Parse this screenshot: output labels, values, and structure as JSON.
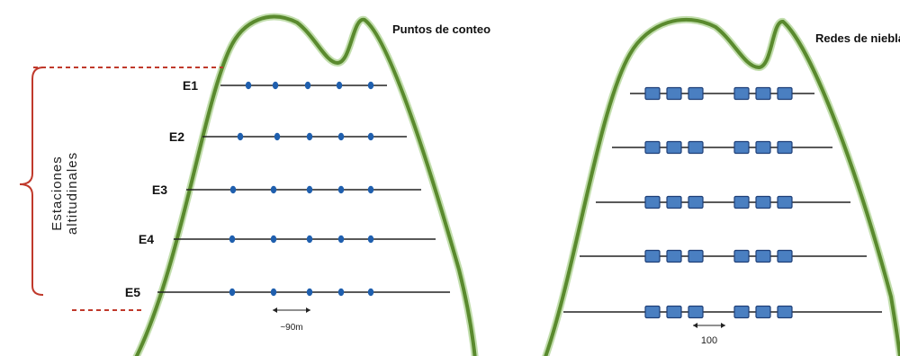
{
  "left_panel": {
    "title": "Puntos de conteo",
    "stations": [
      {
        "label": "E1"
      },
      {
        "label": "E2"
      },
      {
        "label": "E3"
      },
      {
        "label": "E4"
      },
      {
        "label": "E5"
      }
    ],
    "points_per_transect": 5,
    "spacing_label": "~90m"
  },
  "right_panel": {
    "title": "Redes de niebla",
    "transects": 5,
    "net_groups_per_transect": 2,
    "nets_per_group": 3,
    "spacing_label": "100"
  },
  "side_label": {
    "line1": "Estaciones",
    "line2": "altitudinales"
  },
  "colors": {
    "mountain_outline": "#5a8a2e",
    "mountain_glow": "#a8d08a",
    "point_fill": "#1f5fae",
    "net_fill": "#4a7fc1",
    "net_stroke": "#1f3f77",
    "bracket": "#c0392b",
    "transect_line": "#222222"
  }
}
